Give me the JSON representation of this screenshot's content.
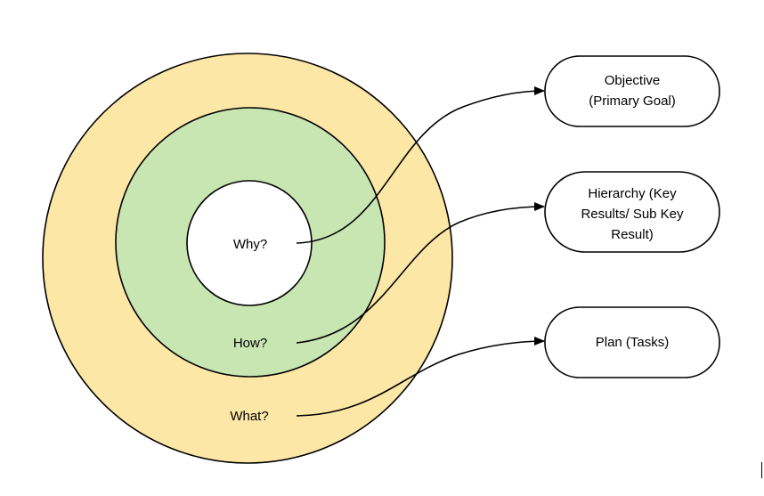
{
  "colors": {
    "outer_ring": "#fde7a6",
    "middle_ring": "#c8e6b2",
    "inner_circle": "#ffffff",
    "stroke": "#000000"
  },
  "circles": {
    "why": {
      "label": "Why?"
    },
    "how": {
      "label": "How?"
    },
    "what": {
      "label": "What?"
    }
  },
  "boxes": {
    "objective": {
      "line1": "Objective",
      "line2": "(Primary Goal)"
    },
    "hierarchy": {
      "line1": "Hierarchy (Key",
      "line2": "Results/ Sub Key",
      "line3": "Result)"
    },
    "plan": {
      "line1": "Plan (Tasks)"
    }
  }
}
